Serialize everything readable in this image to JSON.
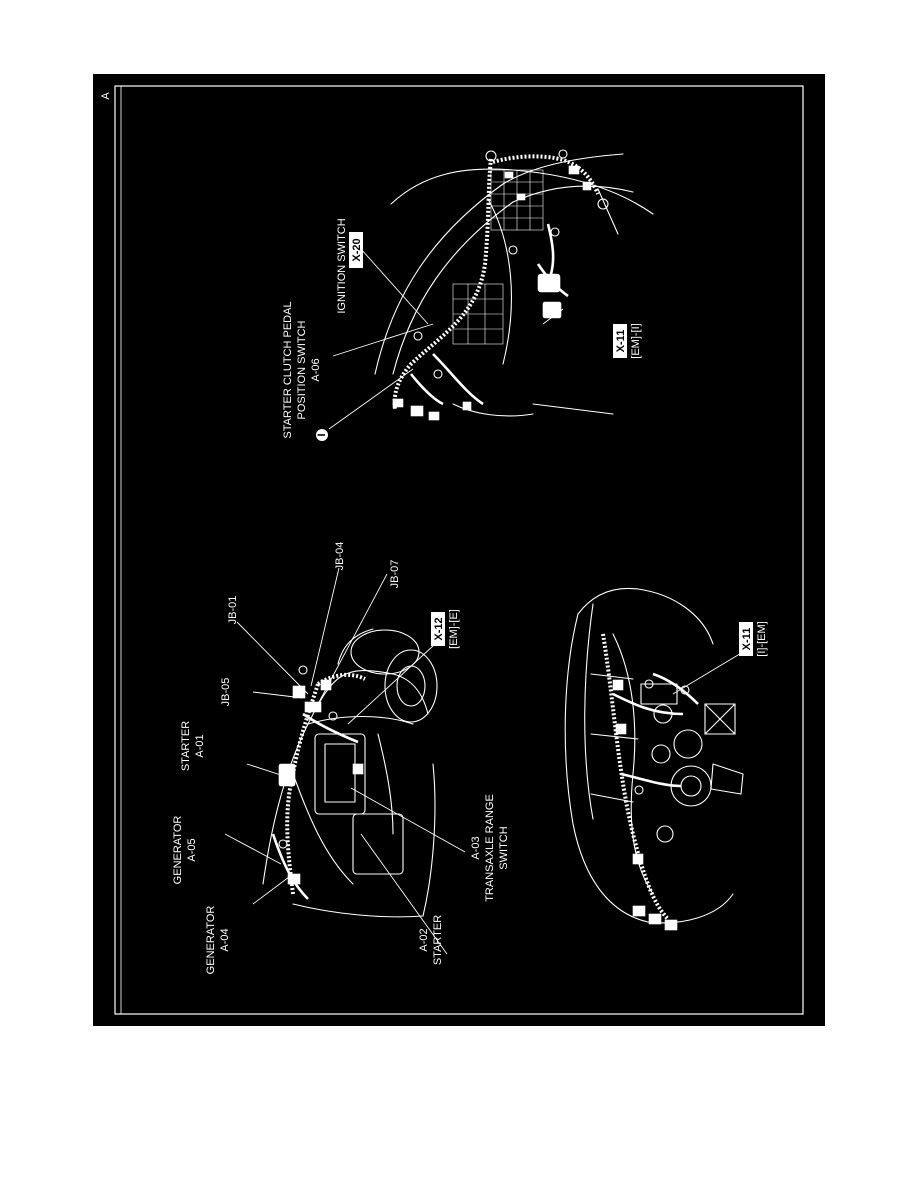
{
  "page_marker": "A",
  "labels": {
    "generator_a04": {
      "line1": "GENERATOR",
      "line2": "A-04"
    },
    "generator_a05": {
      "line1": "GENERATOR",
      "line2": "A-05"
    },
    "starter_a01": {
      "line1": "STARTER",
      "line2": "A-01"
    },
    "jb05": "JB-05",
    "jb01": "JB-01",
    "jb04": "JB-04",
    "jb07": "JB-07",
    "x12": {
      "box": "X-12",
      "sub": "[EM]-[E]"
    },
    "a02": {
      "line1": "A-02",
      "line2": "STARTER"
    },
    "a03": {
      "line1": "A-03",
      "line2": "TRANSAXLE RANGE",
      "line3": "SWITCH"
    },
    "x11_lower": {
      "box": "X-11",
      "sub": "[I]-[EM]"
    },
    "ignition": {
      "line1": "IGNITION SWITCH"
    },
    "x20": {
      "box": "X-20"
    },
    "starter_clutch": {
      "line1": "STARTER CLUTCH PEDAL",
      "line2": "POSITION SWITCH",
      "line3": "A-06"
    },
    "x11_upper": {
      "box": "X-11",
      "sub": "[EM]-[I]"
    },
    "callout_i": "I"
  }
}
